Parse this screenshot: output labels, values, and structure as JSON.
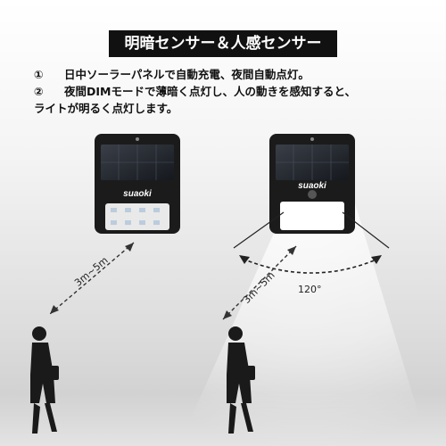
{
  "title": "明暗センサー＆人感センサー",
  "notes": [
    {
      "num": "①",
      "text": "日中ソーラーパネルで自動充電、夜間自動点灯。"
    },
    {
      "num": "②",
      "text": "夜間DIMモードで薄暗く点灯し、人の動きを感知すると、"
    },
    {
      "num": "",
      "text": "ライトが明るく点灯します。"
    }
  ],
  "left_device": {
    "brand": "suaoki",
    "distance_label": "3m~5m"
  },
  "right_device": {
    "brand": "suaoki",
    "distance_label": "3m~5m",
    "angle_label": "120°"
  },
  "colors": {
    "background": "#f0f0f0",
    "title_bar": "#111111",
    "device": "#1a1a1a",
    "led": "#ffffff"
  }
}
